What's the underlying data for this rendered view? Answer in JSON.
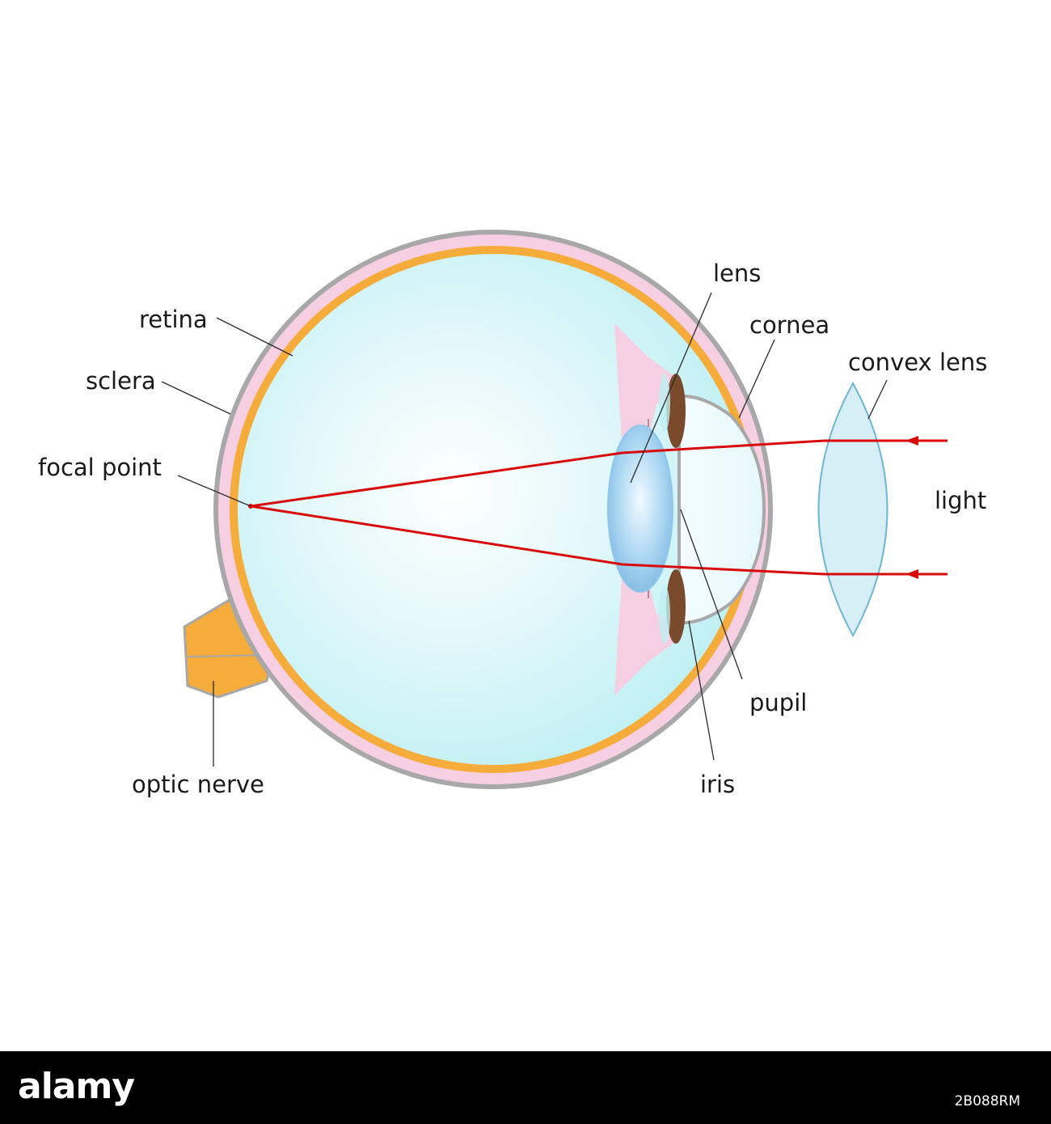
{
  "labels": {
    "lens": "lens",
    "retina": "retina",
    "cornea": "cornea",
    "convex_lens": "convex lens",
    "sclera": "sclera",
    "focal_point": "focal point",
    "light": "light",
    "pupil": "pupil",
    "optic_nerve": "optic nerve",
    "iris": "iris"
  },
  "footer": {
    "brand": "alamy",
    "image_code": "2B088RM"
  },
  "colors": {
    "sclera": "#a8a8a8",
    "choroid": "#f7cfe2",
    "retina": "#f6ac3a",
    "vitreous": "#bff0f4",
    "lens": "#8fc6ec",
    "iris": "#7a4a2c",
    "light_ray": "#d90a0a",
    "convex_lens": "#d6eef6"
  }
}
